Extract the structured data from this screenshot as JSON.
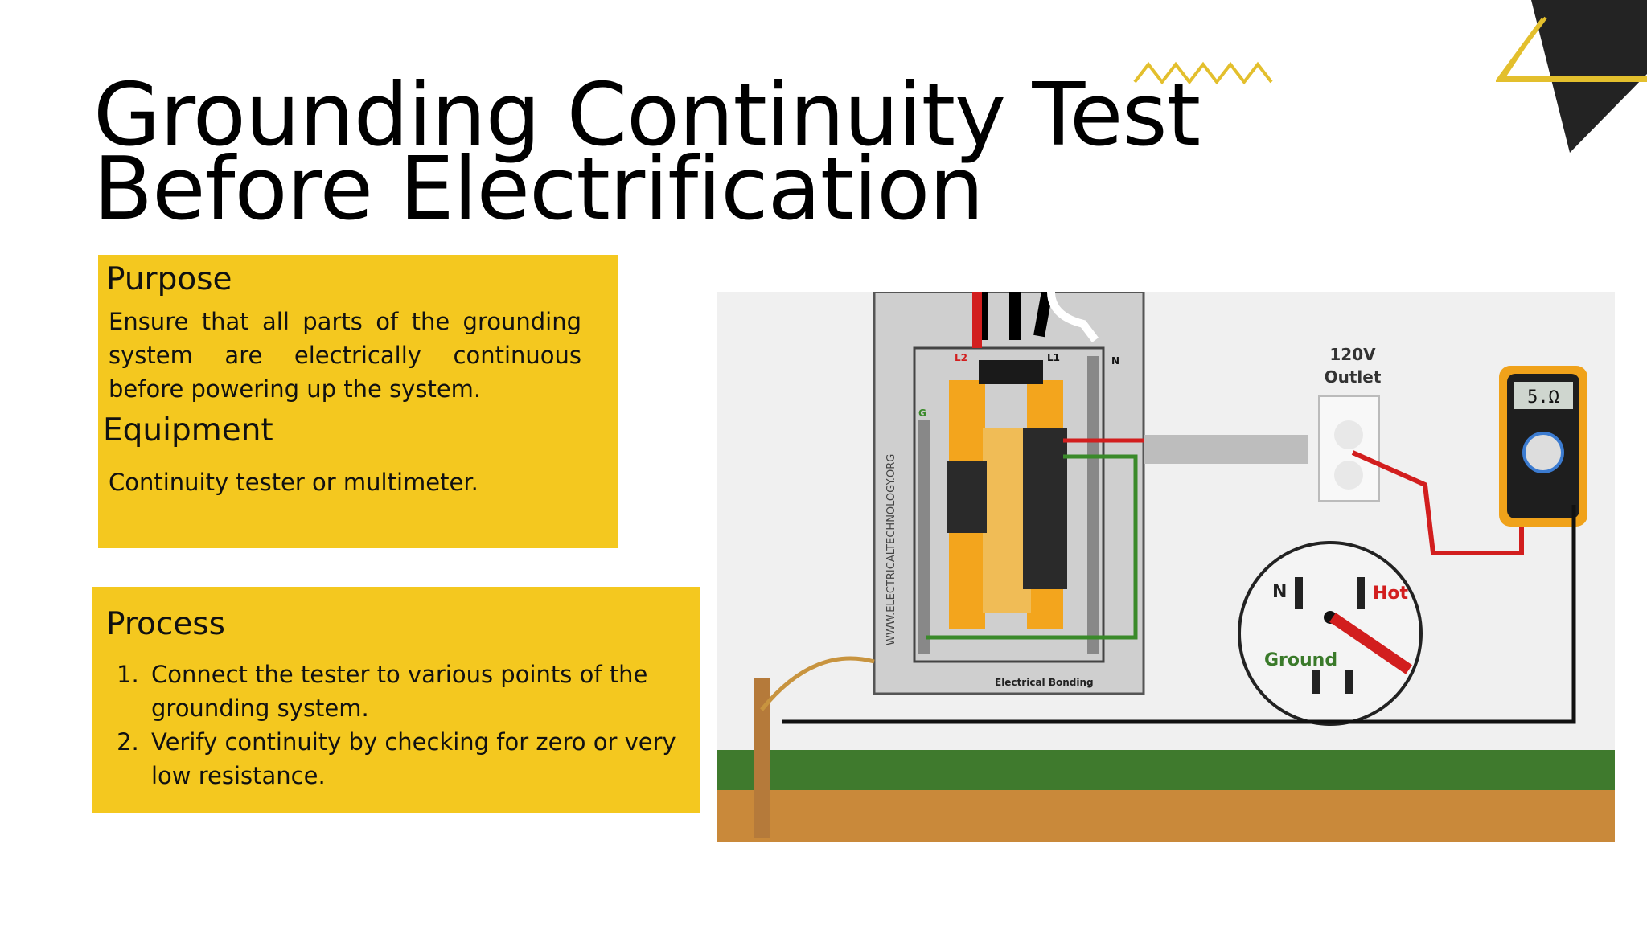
{
  "title": {
    "line1": "Grounding Continuity Test",
    "line2": "Before Electrification"
  },
  "purpose": {
    "heading": "Purpose",
    "text": "Ensure that all parts of the grounding system are electrically continuous before powering up the system."
  },
  "equipment": {
    "heading": "Equipment",
    "text": "Continuity tester or multimeter."
  },
  "process": {
    "heading": "Process",
    "steps": [
      "Connect the tester to various points of the grounding system.",
      "Verify continuity by checking for zero or very low resistance."
    ]
  },
  "diagram": {
    "outlet_label_line1": "120V",
    "outlet_label_line2": "Outlet",
    "meter_reading": "5.Ω",
    "neutral_label": "N",
    "hot_label": "Hot",
    "ground_label": "Ground",
    "bonding_label": "Electrical Bonding",
    "watermark": "WWW.ELECTRICALTECHNOLOGY.ORG",
    "l2_label": "L2",
    "l1_label": "L1",
    "n_label": "N",
    "g_label": "G"
  },
  "colors": {
    "accent": "#f4c81f",
    "dark": "#222222"
  }
}
